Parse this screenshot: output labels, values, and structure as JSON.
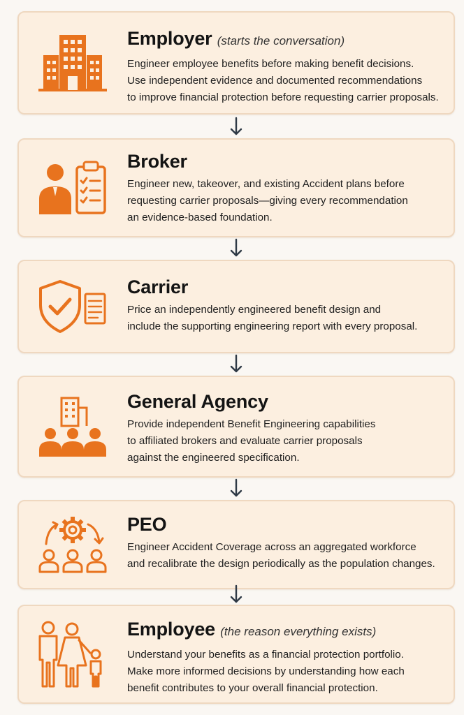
{
  "accent_color": "#e8731e",
  "arrow_color": "#2f3a46",
  "card_background": "#fcefe0",
  "roles": [
    {
      "title": "Employer",
      "subtitle": "(starts the conversation)",
      "icon": "building-icon",
      "description_lines": [
        "Engineer employee benefits before making benefit decisions.",
        "Use independent evidence and documented recommendations",
        "to improve financial protection before requesting carrier proposals."
      ]
    },
    {
      "title": "Broker",
      "subtitle": "",
      "icon": "person-clipboard-icon",
      "description_lines": [
        "Engineer new, takeover, and existing Accident plans before",
        "requesting carrier proposals—giving every recommendation",
        "an evidence-based foundation."
      ]
    },
    {
      "title": "Carrier",
      "subtitle": "",
      "icon": "shield-check-document-icon",
      "description_lines": [
        "Price an independently engineered benefit design and",
        "include the supporting engineering report with every proposal."
      ]
    },
    {
      "title": "General Agency",
      "subtitle": "",
      "icon": "building-group-icon",
      "description_lines": [
        "Provide independent Benefit Engineering capabilities",
        "to affiliated brokers and evaluate carrier proposals",
        "against the engineered specification."
      ]
    },
    {
      "title": "PEO",
      "subtitle": "",
      "icon": "gear-cycle-people-icon",
      "description_lines": [
        "Engineer Accident Coverage across an aggregated workforce",
        "and recalibrate the design periodically as the population changes."
      ]
    },
    {
      "title": "Employee",
      "subtitle": "(the reason everything exists)",
      "icon": "family-icon",
      "description_lines": [
        "Understand your benefits as a financial protection portfolio.",
        "Make more informed decisions by understanding how each",
        "benefit contributes to your overall financial protection."
      ]
    }
  ]
}
